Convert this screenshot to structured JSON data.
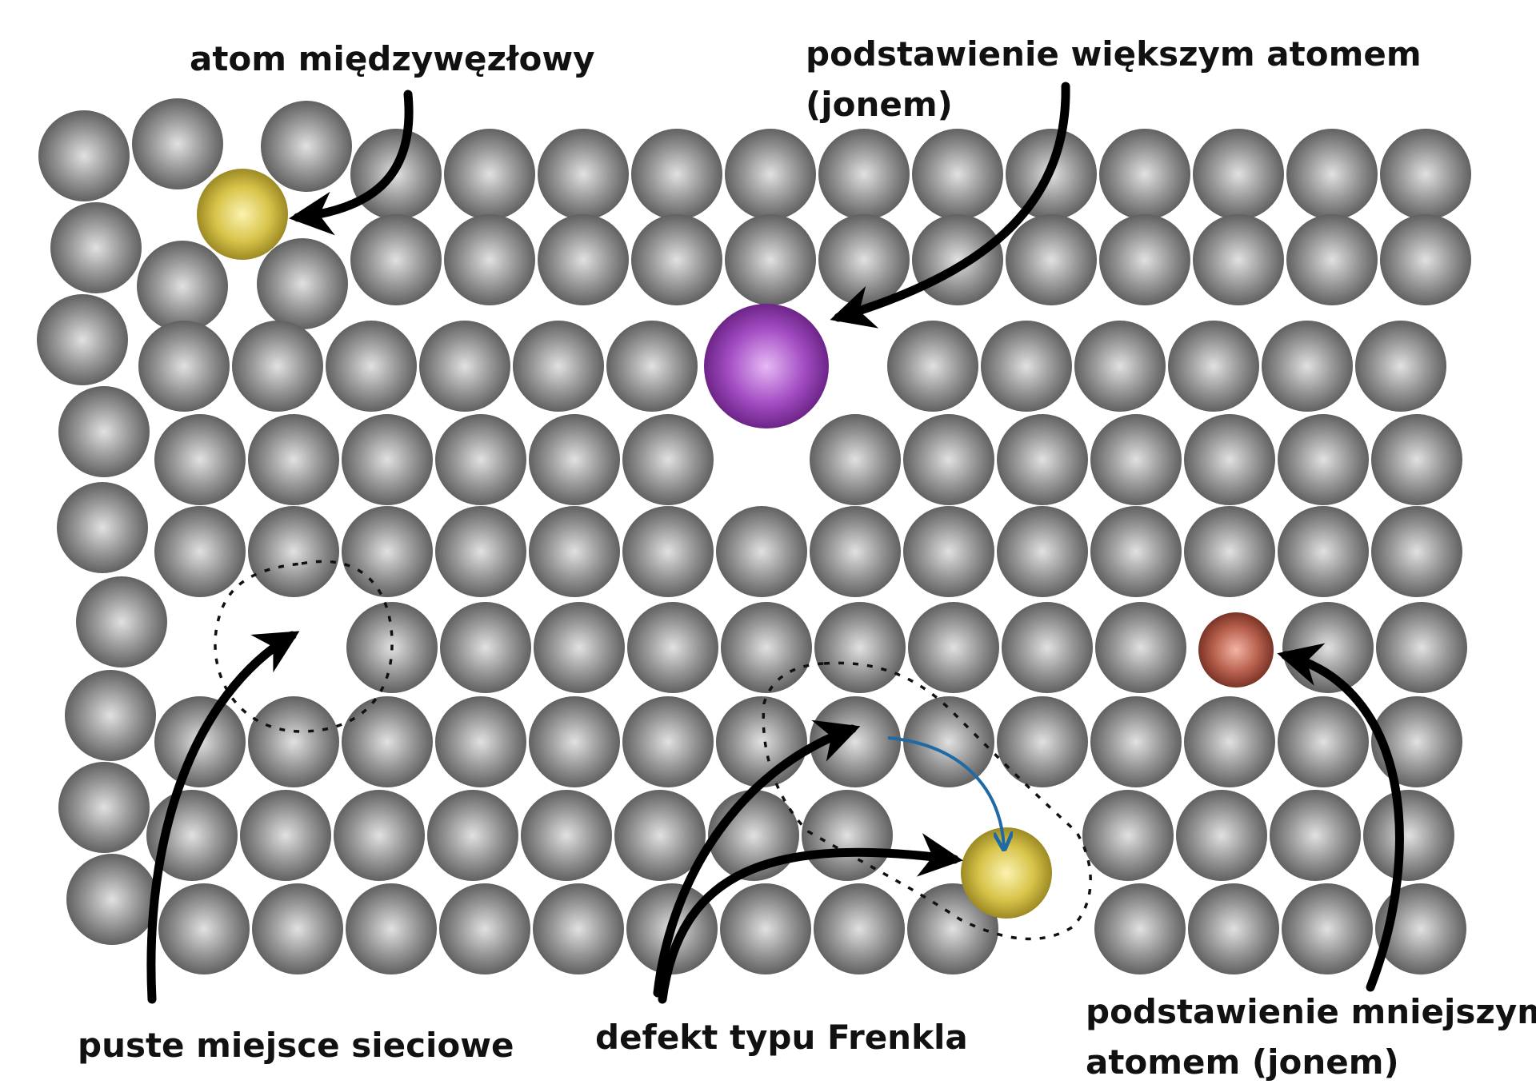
{
  "labels": {
    "interstitial": "atom międzywęzłowy",
    "larger_substitution_line1": "podstawienie większym atomem",
    "larger_substitution_line2": "(jonem)",
    "vacancy": "puste miejsce sieciowe",
    "frenkel": "defekt typu Frenkla",
    "smaller_substitution_line1": "podstawienie mniejszym",
    "smaller_substitution_line2": "atomem (jonem)"
  },
  "colors": {
    "host_atom": "#8c8c8c",
    "interstitial_atom": "#d8c44a",
    "larger_substituent": "#a44ec4",
    "smaller_substituent": "#b8604e",
    "frenkel_move_arrow": "#1f6aa5",
    "pointer_arrow": "#000000"
  }
}
